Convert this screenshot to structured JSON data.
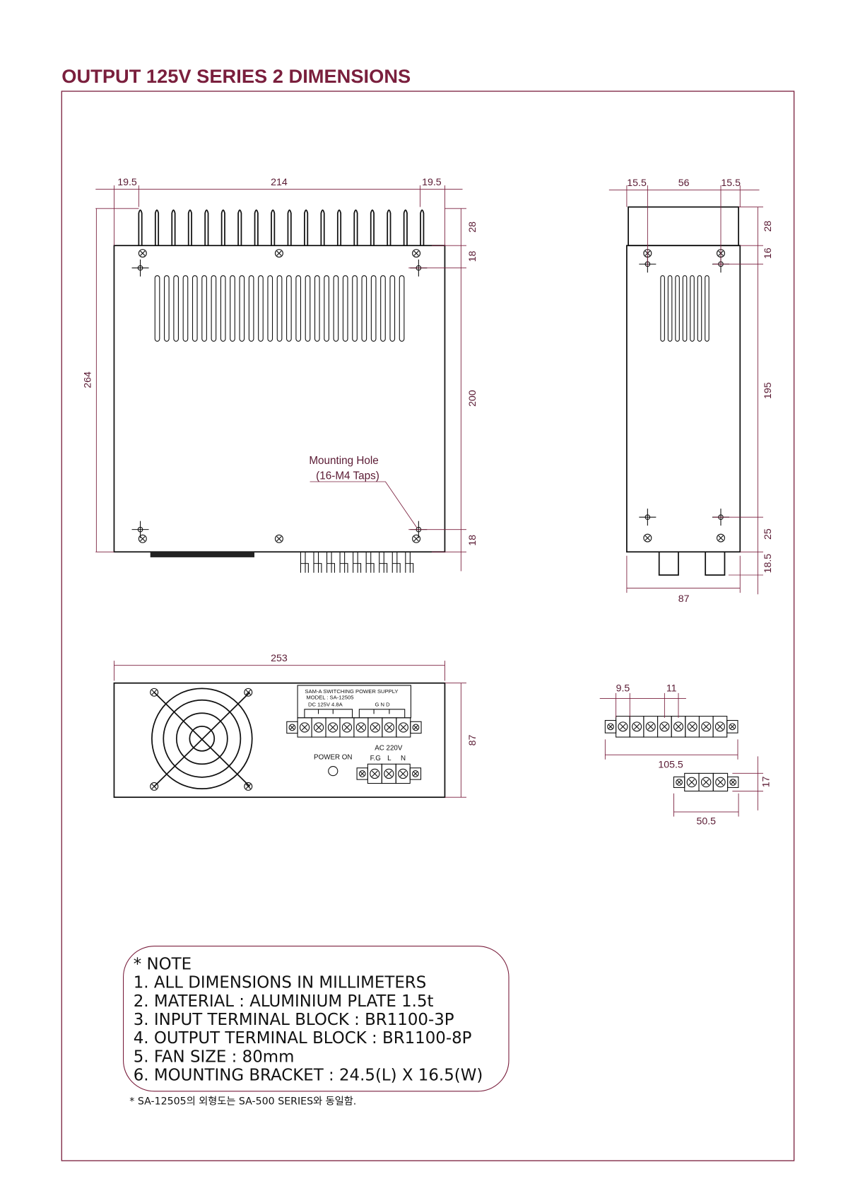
{
  "title": "OUTPUT 125V SERIES 2 DIMENSIONS",
  "colors": {
    "accent": "#7a1f3d",
    "line": "#111111"
  },
  "top_view": {
    "dims": {
      "left_margin": "19.5",
      "width": "214",
      "right_margin": "19.5",
      "height": "264",
      "fin": "28",
      "hole_top": "18",
      "hole_span": "200",
      "hole_bottom": "18"
    },
    "callout": {
      "line1": "Mounting Hole",
      "line2": "(16-M4 Taps)"
    }
  },
  "side_view": {
    "dims": {
      "left": "15.5",
      "mid": "56",
      "right": "15.5",
      "fin": "28",
      "hole_top": "16",
      "hole_span": "195",
      "hole_bottom": "25",
      "bracket": "18.5",
      "depth": "87"
    }
  },
  "front_view": {
    "dims": {
      "width": "253",
      "height": "87"
    },
    "label": {
      "brand": "SAM-A SWITCHING   POWER SUPPLY",
      "model": "MODEL : SA-12505",
      "output": "DC 125V 4.8A",
      "gnd": "G N D"
    },
    "power_on": "POWER ON",
    "ac": "AC 220V",
    "ac_terms": [
      "F.G",
      "L",
      "N"
    ]
  },
  "terminal_detail": {
    "pitch_start": "9.5",
    "pitch": "11",
    "length_8p": "105.5",
    "length_3p": "50.5",
    "height_3p": "17"
  },
  "notes": {
    "header": "*  NOTE",
    "items": [
      "1.  ALL  DIMENSIONS  IN  MILLIMETERS",
      "2.  MATERIAL  :  ALUMINIUM  PLATE  1.5t",
      "3.  INPUT  TERMINAL  BLOCK  :  BR1100-3P",
      "4.  OUTPUT  TERMINAL  BLOCK  :  BR1100-8P",
      "5.  FAN  SIZE  :  80mm",
      "6.  MOUNTING  BRACKET  :  24.5(L)  X  16.5(W)"
    ],
    "footnote": "*  SA-12505의  외형도는  SA-500  SERIES와  동일함."
  }
}
